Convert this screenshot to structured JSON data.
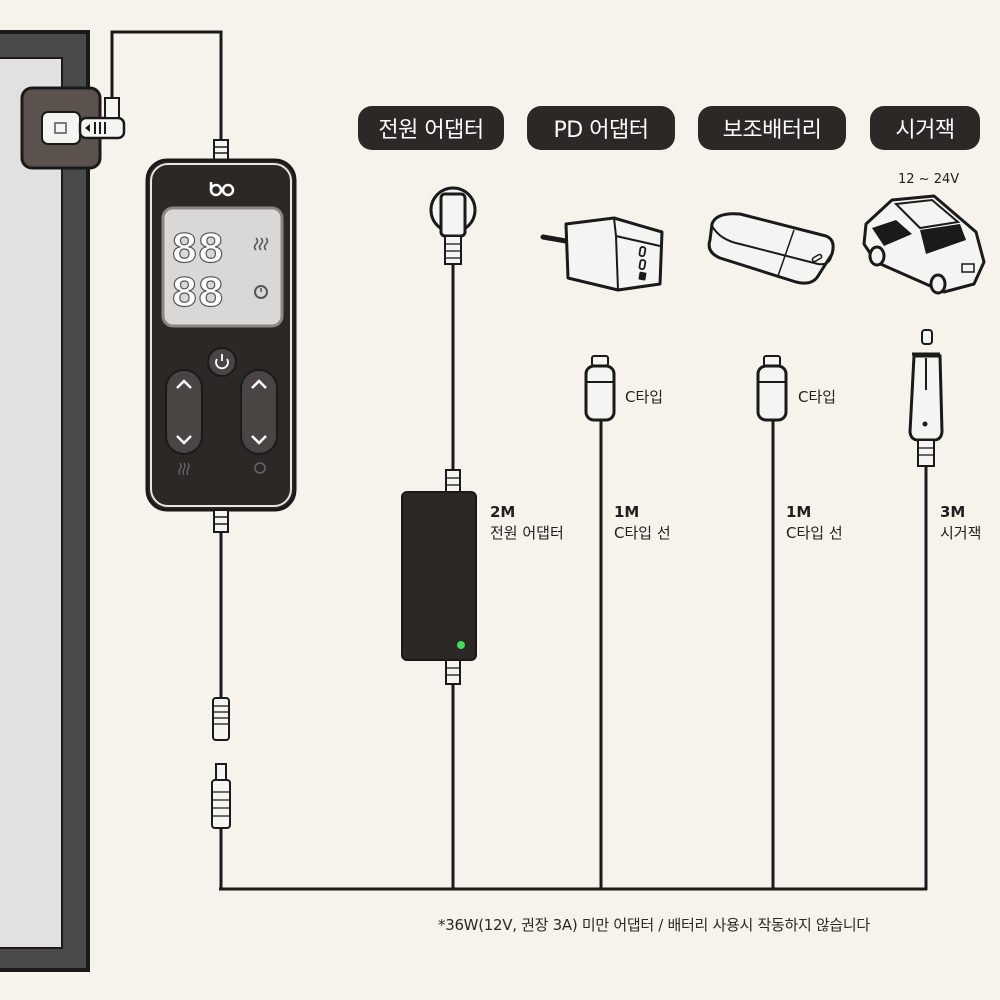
{
  "sources": [
    {
      "label": "전원 어댑터"
    },
    {
      "label": "PD 어댑터"
    },
    {
      "label": "보조배터리"
    },
    {
      "label": "시거잭"
    }
  ],
  "car_voltage": "12 ~ 24V",
  "ctype_labels": [
    "C타입",
    "C타입"
  ],
  "cables": [
    {
      "length": "2M",
      "name": "전원 어댑터"
    },
    {
      "length": "1M",
      "name": "C타입 선"
    },
    {
      "length": "1M",
      "name": "C타입 선"
    },
    {
      "length": "3M",
      "name": "시거잭"
    }
  ],
  "controller": {
    "display_top": "88",
    "display_bottom": "88"
  },
  "footnote": "*36W(12V, 권장 3A) 미만 어댑터 / 배터리 사용시 작동하지 않습니다",
  "colors": {
    "background": "#f6f2ec",
    "device_dark": "#2b2826",
    "led_green": "#3fdc5a"
  }
}
